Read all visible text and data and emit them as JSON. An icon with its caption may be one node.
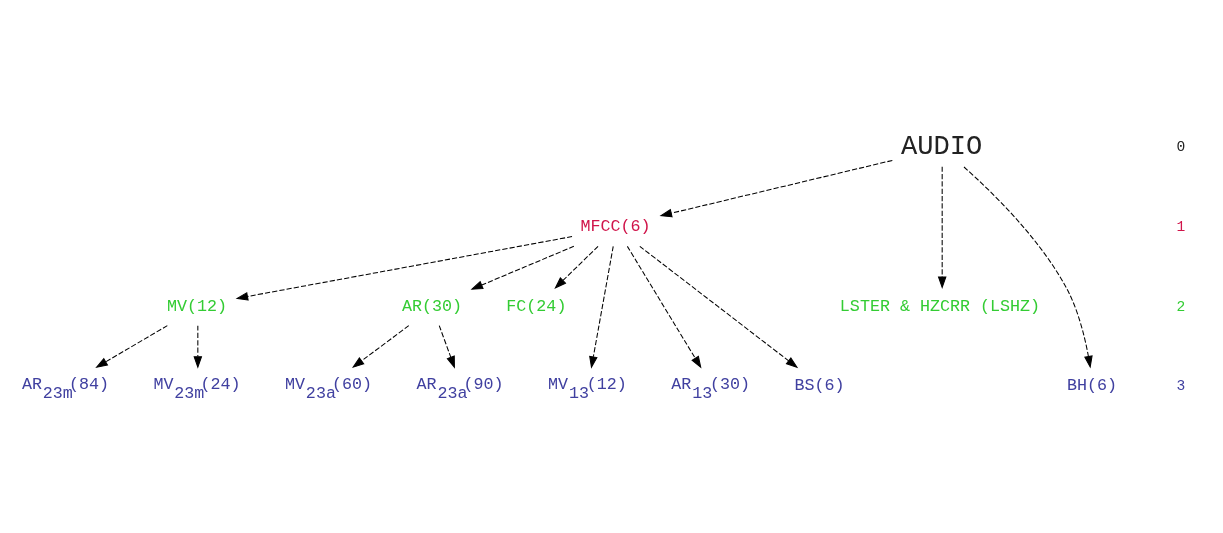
{
  "diagram": {
    "nodes": [
      {
        "text": [
          "AUDIO"
        ]
      },
      {
        "text": [
          "MFCC(6)"
        ]
      },
      {
        "text": [
          "MV(12)"
        ]
      },
      {
        "text": [
          "AR(30)"
        ]
      },
      {
        "text": [
          "FC(24)"
        ]
      },
      {
        "text": [
          "LSTER & HZCRR (LSHZ)"
        ]
      },
      {
        "text": [
          "AR$_{23m}$(84)"
        ]
      },
      {
        "text": [
          "MV$_{13}$(12)"
        ]
      },
      {
        "text": [
          "AR$_{13}$(30)"
        ]
      },
      {
        "text": [
          "BS(6)"
        ]
      },
      {
        "text": [
          "BH(6)"
        ]
      },
      {
        "text": [
          "MV$_{23a}$(60)"
        ]
      },
      {
        "text": [
          "AR$_{23a}$(90)"
        ]
      },
      {
        "text": [
          "MV$_{23m}$(24)"
        ]
      }
    ],
    "edges": [
      {
        "from": 0,
        "to": 1,
        "arrow": "to",
        "style": "dashed"
      },
      {
        "from": 0,
        "to": 10,
        "arrow": "to",
        "style": "dashed"
      },
      {
        "from": 0,
        "to": 5,
        "arrow": "to",
        "style": "dashed"
      },
      {
        "from": 1,
        "to": 2,
        "arrow": "to",
        "style": "dashed"
      },
      {
        "from": 1,
        "to": 7,
        "arrow": "to",
        "style": "dashed"
      },
      {
        "from": 1,
        "to": 3,
        "arrow": "to",
        "style": "dashed"
      },
      {
        "from": 1,
        "to": 8,
        "arrow": "to",
        "style": "dashed"
      },
      {
        "from": 1,
        "to": 9,
        "arrow": "to",
        "style": "dashed"
      },
      {
        "from": 1,
        "to": 4,
        "arrow": "to",
        "style": "dashed"
      },
      {
        "from": 2,
        "to": 6,
        "arrow": "to",
        "style": "dashed"
      },
      {
        "from": 2,
        "to": 13,
        "arrow": "to",
        "style": "dashed"
      },
      {
        "from": 3,
        "to": 11,
        "arrow": "to",
        "style": "dashed"
      },
      {
        "from": 3,
        "to": 12,
        "arrow": "to",
        "style": "dashed"
      }
    ],
    "labels": [
      "0",
      "1",
      "2",
      "3"
    ]
  }
}
